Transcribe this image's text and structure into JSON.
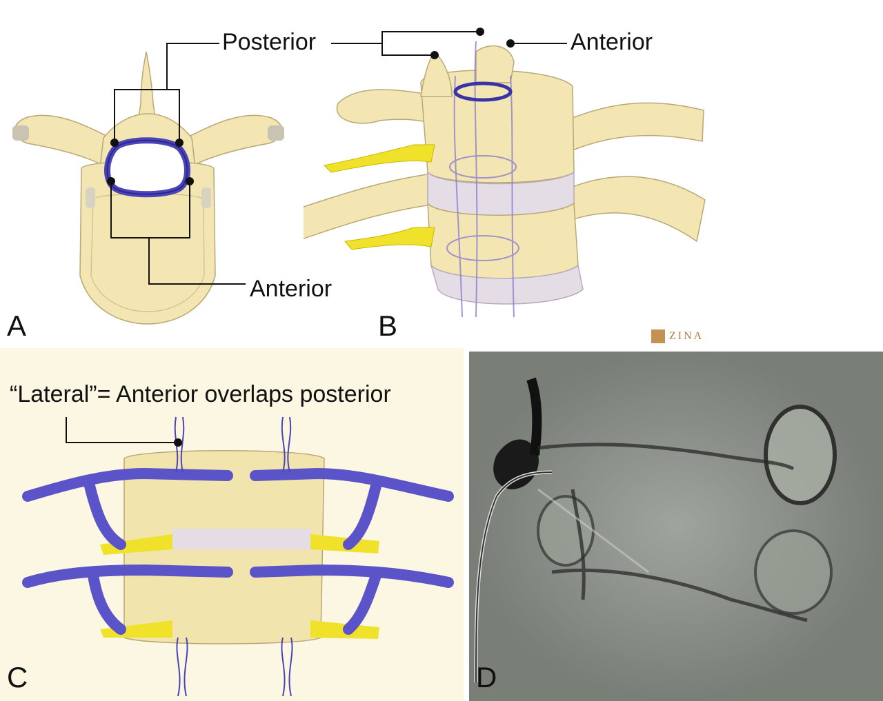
{
  "panels": {
    "a": {
      "letter": "A",
      "label_posterior": "Posterior",
      "label_anterior": "Anterior"
    },
    "b": {
      "letter": "B",
      "label_anterior": "Anterior"
    },
    "c": {
      "letter": "C",
      "label_lateral": "“Lateral”= Anterior overlaps posterior"
    },
    "d": {
      "letter": "D"
    }
  },
  "watermark": "ZINA",
  "colors": {
    "bone": "#f3e6b3",
    "bone_edge": "#b9a775",
    "disc": "#e4dde6",
    "vein": "#5b54c8",
    "vein_dark": "#2c2590",
    "nerve": "#f0e22a",
    "xray": "#8e958c"
  }
}
